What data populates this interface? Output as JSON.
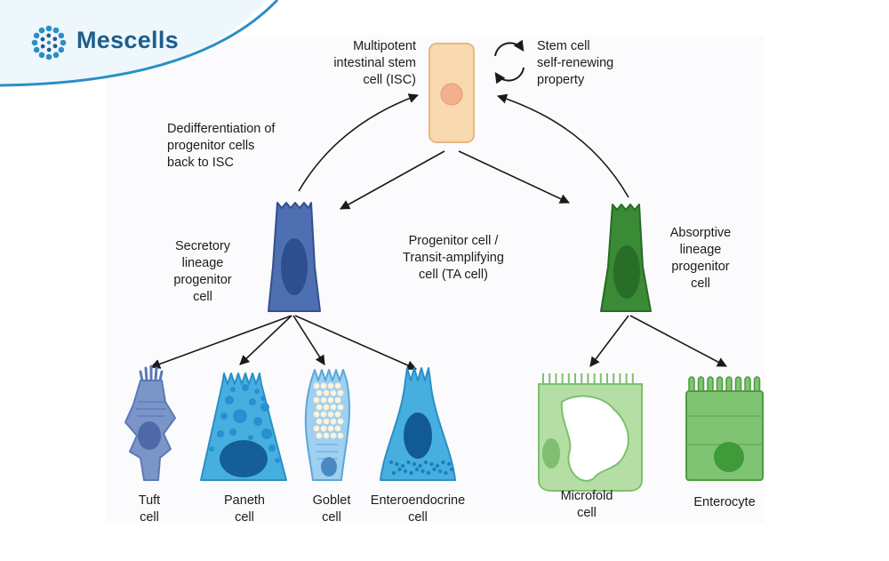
{
  "brand": {
    "name": "Mescells",
    "logo_icon": "dotted-ring-logo-icon",
    "accent_color": "#1e5d8c",
    "swoosh_color": "#2a8fc4"
  },
  "nodes": {
    "isc": "Multipotent\nintestinal stem\ncell (ISC)",
    "self_renewal": "Stem cell\nself-renewing\nproperty",
    "dedifferentiation": "Dedifferentiation of\nprogenitor cells\nback to ISC",
    "secretory": "Secretory\nlineage\nprogenitor\ncell",
    "ta_cell": "Progenitor cell /\nTransit-amplifying\ncell (TA cell)",
    "absorptive": "Absorptive\nlineage\nprogenitor\ncell"
  },
  "secretory_cells": {
    "tuft": "Tuft\ncell",
    "paneth": "Paneth\ncell",
    "goblet": "Goblet\ncell",
    "enteroendocrine": "Enteroendocrine\ncell"
  },
  "absorptive_cells": {
    "microfold": "Microfold\ncell",
    "enterocyte": "Enterocyte"
  },
  "colors": {
    "stem_cell": "#f8d9b0",
    "secretory_progenitor": "#4f6fb3",
    "absorptive_progenitor": "#3a8a36",
    "secretory_mature": "#47afe0",
    "absorptive_mature": "#9fd38f"
  }
}
